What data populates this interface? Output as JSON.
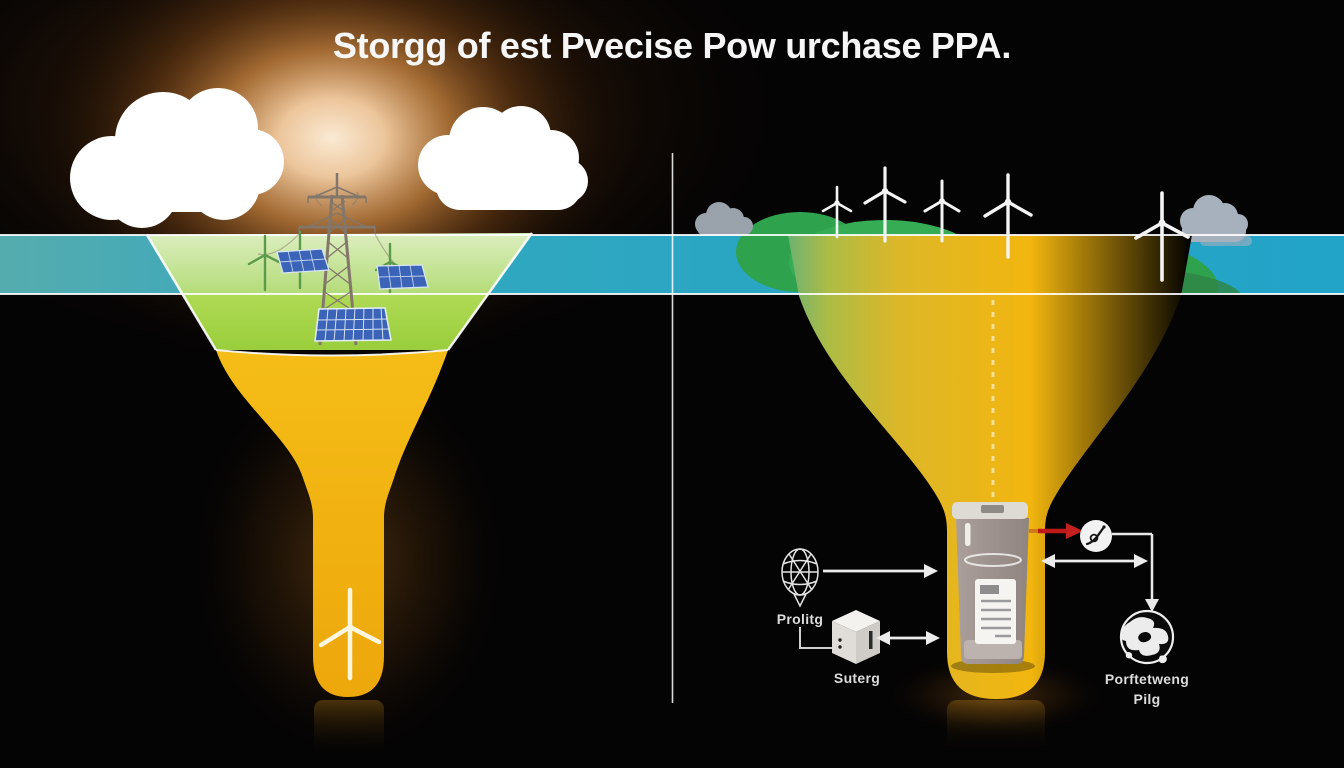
{
  "title": "Storgg of est Pvecise Pow urchase PPA.",
  "left_scene": {
    "description": "renewable generation landscape draining into a golden funnel",
    "icons": [
      "sun-glow",
      "cloud-icon",
      "transmission-tower-icon",
      "wind-turbine-icon",
      "solar-panel-icon",
      "funnel-icon",
      "wind-turbine-glyph-icon"
    ]
  },
  "right_scene": {
    "description": "wind farm landscape funneled into a battery storage unit with contract flow icons",
    "icons": [
      "cloud-icon",
      "hill",
      "wind-turbine-icon",
      "funnel-icon",
      "dashed-flow-line",
      "battery-storage-icon",
      "document-icon",
      "balloon-icon",
      "storage-box-icon",
      "pen-circle-icon",
      "globe-icon",
      "red-arrow",
      "double-arrow"
    ],
    "labels": {
      "producer": "Prolitg",
      "storage": "Suterg",
      "grid_line1": "Porftetweng",
      "grid_line2": "Pilg"
    }
  },
  "colors": {
    "background": "#050404",
    "title_white": "#F6F6F6",
    "band_teal_left": "#4BAAB2",
    "band_teal_right": "#25A4C6",
    "pale_green": "#CFE8AA",
    "grass_green": "#9ECF40",
    "hill_green": "#35A955",
    "funnel_gold": "#F2B60F",
    "glow_orange": "#C98A50",
    "battery_grey": "#A0948F",
    "red_arrow": "#BE1818",
    "panel_blue": "#3B63B8"
  }
}
